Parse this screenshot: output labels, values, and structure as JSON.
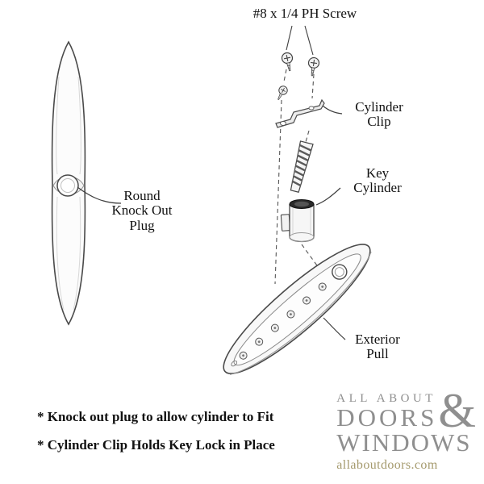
{
  "labels": {
    "screw": "#8 x 1/4 PH Screw",
    "cylinder_clip": [
      "Cylinder",
      "Clip"
    ],
    "key_cylinder": [
      "Key",
      "Cylinder"
    ],
    "exterior_pull": [
      "Exterior",
      "Pull"
    ],
    "knock_out_plug": [
      "Round",
      "Knock Out",
      "Plug"
    ]
  },
  "notes": [
    "* Knock out plug to allow cylinder to Fit",
    "* Cylinder Clip Holds Key Lock in Place"
  ],
  "logo": {
    "line1": "ALL ABOUT",
    "line2": "DOORS",
    "ampersand": "&",
    "line3": "WINDOWS",
    "website": "allaboutdoors.com"
  },
  "colors": {
    "diagram_line": "#4a4a4a",
    "leader_line": "#3f3f3f",
    "dashed_line": "#555555",
    "logo_gray": "#8f8f8f",
    "website_tan": "#a59a6d"
  }
}
